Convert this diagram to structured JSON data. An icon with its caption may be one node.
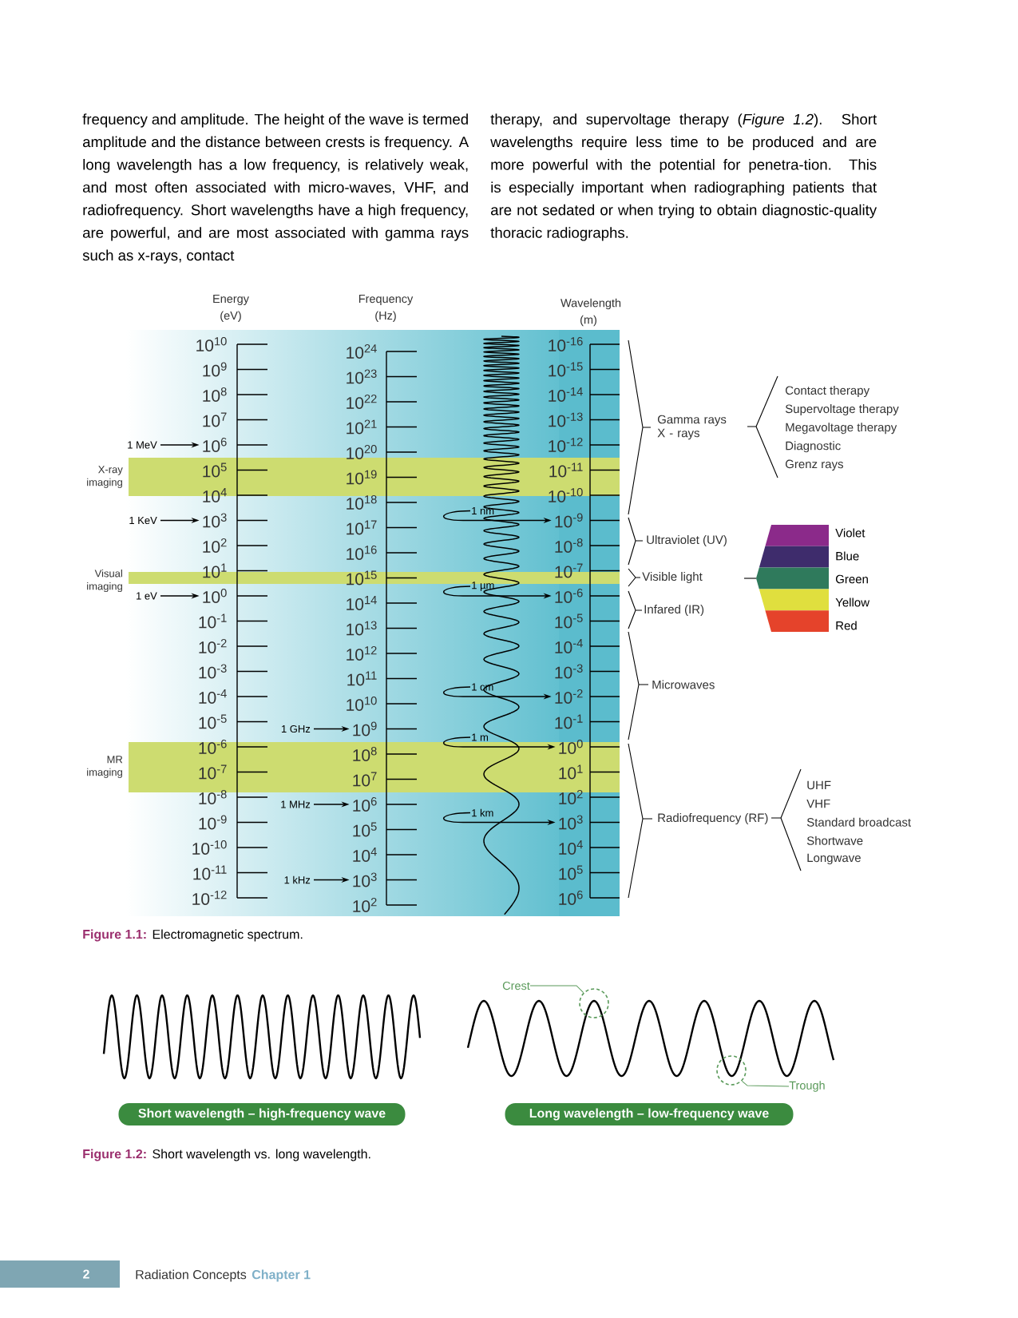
{
  "diagram": {
    "nodes": [
      {
        "text": [
          "1 MeV"
        ]
      },
      {
        "text": [
          "1 KeV"
        ]
      },
      {
        "text": [
          "1 eV"
        ]
      },
      {
        "text": [
          "1 GHz"
        ]
      },
      {
        "text": [
          "1 MHz"
        ]
      },
      {
        "text": [
          "1 kHz"
        ]
      },
      {
        "text": [
          "1 nm"
        ]
      },
      {
        "text": [
          "1 µm"
        ]
      },
      {
        "text": [
          "1 cm"
        ]
      },
      {
        "text": [
          "1 m"
        ]
      },
      {
        "text": [
          "1 km"
        ]
      },
      {
        "text": [
          "Short wavelength – high-frequency wave"
        ]
      },
      {
        "text": [
          "Long wavelength – low-frequency wave"
        ]
      },
      {
        "text": [
          "Crest"
        ]
      },
      {
        "text": [],
        "shape": "circle"
      },
      {
        "text": [
          "Trough"
        ]
      },
      {
        "text": [],
        "shape": "circle"
      },
      {
        "text": [
          "10$^{6}$"
        ]
      },
      {
        "text": [
          "10$^{3}$"
        ]
      },
      {
        "text": [
          "10$^{0}$"
        ]
      },
      {
        "text": [
          "10$^{9}$"
        ]
      },
      {
        "text": [
          "10$^{6}$"
        ]
      },
      {
        "text": [
          "10$^{3}$"
        ]
      },
      {
        "text": [
          "10$^{-9}$"
        ]
      },
      {
        "text": [
          "10$^{-6}$"
        ]
      },
      {
        "text": [
          "10$^{-2}$"
        ]
      },
      {
        "text": [
          "10$^{0}$"
        ]
      },
      {
        "text": [
          "10$^{3}$"
        ]
      }
    ],
    "edges": [
      {
        "from": 0,
        "to": 17,
        "arrow": "to"
      },
      {
        "from": 1,
        "to": 18,
        "arrow": "to"
      },
      {
        "from": 2,
        "to": 19,
        "arrow": "to"
      },
      {
        "from": 3,
        "to": 20,
        "arrow": "to"
      },
      {
        "from": 4,
        "to": 21,
        "arrow": "to"
      },
      {
        "from": 5,
        "to": 22,
        "arrow": "to"
      },
      {
        "from": 6,
        "to": 23,
        "arrow": "to"
      },
      {
        "from": 7,
        "to": 24,
        "arrow": "to"
      },
      {
        "from": 8,
        "to": 25,
        "arrow": "to"
      },
      {
        "from": 9,
        "to": 26,
        "arrow": "to"
      },
      {
        "from": 10,
        "to": 27,
        "arrow": "to"
      },
      {
        "from": 13,
        "to": 14,
        "arrow": "none",
        "color": "#5a9a5a"
      },
      {
        "from": 15,
        "to": 16,
        "arrow": "none",
        "color": "#5a9a5a"
      }
    ],
    "labels": [
      "frequency and amplitude. The height of the wave is termed amplitude and the distance between crests is frequency. A long wavelength has a low frequency, is relatively weak, and most often associated with micro-waves, VHF, and radiofrequency. Short wavelengths have a high frequency, are powerful, and are most associated with gamma rays such as x-rays, contact",
      "therapy, and supervoltage therapy (*Figure 1.2*). Short wavelengths require less time to be produced and are more powerful with the potential for penetra-tion. This is especially important when radiographing patients that are not sedated or when trying to obtain diagnostic-quality thoracic radiographs.",
      "Energy (eV)",
      "Frequency (Hz)",
      "Wavelength (m)",
      "10$^{10}$",
      "10$^{9}$",
      "10$^{8}$",
      "10$^{7}$",
      "10$^{5}$",
      "10$^{4}$",
      "10$^{2}$",
      "10$^{1}$",
      "10$^{-1}$",
      "10$^{-2}$",
      "10$^{-3}$",
      "10$^{-4}$",
      "10$^{-5}$",
      "10$^{-6}$",
      "10$^{-7}$",
      "10$^{-8}$",
      "10$^{-9}$",
      "10$^{-10}$",
      "10$^{-11}$",
      "10$^{-12}$",
      "10$^{24}$",
      "10$^{23}$",
      "10$^{22}$",
      "10$^{21}$",
      "10$^{20}$",
      "10$^{19}$",
      "10$^{18}$",
      "10$^{17}$",
      "10$^{16}$",
      "10$^{15}$",
      "10$^{14}$",
      "10$^{13}$",
      "10$^{12}$",
      "10$^{11}$",
      "10$^{10}$",
      "10$^{8}$",
      "10$^{7}$",
      "10$^{5}$",
      "10$^{4}$",
      "10$^{2}$",
      "10$^{-16}$",
      "10$^{-15}$",
      "10$^{-14}$",
      "10$^{-13}$",
      "10$^{-12}$",
      "10$^{-11}$",
      "10$^{-10}$",
      "10$^{-8}$",
      "10$^{-7}$",
      "10$^{-5}$",
      "10$^{-4}$",
      "10$^{-3}$",
      "10$^{-1}$",
      "10$^{1}$",
      "10$^{2}$",
      "10$^{4}$",
      "10$^{5}$",
      "10$^{6}$",
      "X-ray imaging",
      "Visual imaging",
      "MR imaging",
      "Gamma rays X - rays",
      "Ultraviolet (UV)",
      "Visible light",
      "Infared (IR)",
      "Microwaves",
      "Radiofrequency (RF)",
      "Contact therapy",
      "Supervoltage therapy",
      "Megavoltage therapy",
      "Diagnostic",
      "Grenz rays",
      "UHF",
      "VHF",
      "Standard broadcast",
      "Shortwave",
      "Longwave",
      "Figure 1.1:",
      "Electromagnetic spectrum.",
      "Figure 1.2:",
      "Short wavelength vs. long wavelength.",
      "2",
      "Radiation Concepts",
      "Chapter 1"
    ],
    "legend": [
      {
        "text": "Violet",
        "color": "#8b2a8a"
      },
      {
        "text": "Blue",
        "color": "#3e2c6c"
      },
      {
        "text": "Green",
        "color": "#2f7a5c"
      },
      {
        "text": "Yellow",
        "color": "#e0df3e"
      },
      {
        "text": "Red",
        "color": "#e5432b"
      }
    ]
  }
}
